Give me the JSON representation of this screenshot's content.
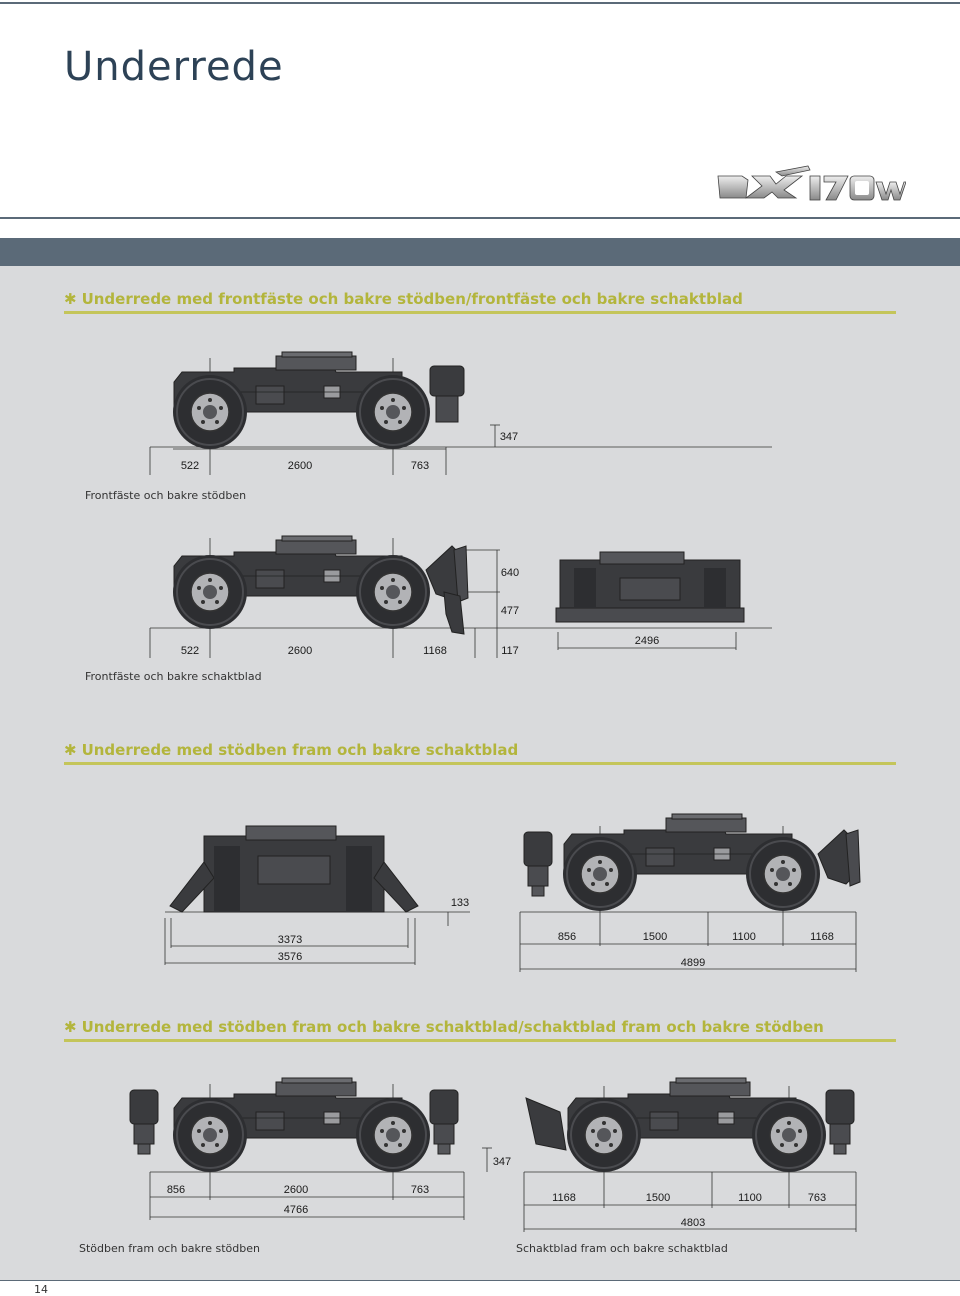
{
  "page": {
    "title": "Underrede",
    "logo_text": "DX170W",
    "page_number": "14"
  },
  "sections": [
    {
      "title": "Underrede med frontfäste och bakre stödben/frontfäste och bakre schaktblad"
    },
    {
      "title": "Underrede med stödben fram och bakre schaktblad"
    },
    {
      "title": "Underrede med stödben fram och bakre schaktblad/schaktblad fram och bakre stödben"
    }
  ],
  "captions": {
    "d1": "Frontfäste och bakre stödben",
    "d2": "Frontfäste och bakre schaktblad",
    "d5": "Stödben fram och bakre stödben",
    "d6": "Schaktblad fram och bakre schaktblad"
  },
  "dims": {
    "d1": {
      "h1": "522",
      "h2": "2600",
      "h3": "763",
      "v1": "347"
    },
    "d2": {
      "h1": "522",
      "h2": "2600",
      "h3": "1168",
      "h4": "117",
      "v1": "640",
      "v2": "477"
    },
    "d2f": {
      "w": "2496"
    },
    "d3": {
      "v1": "133",
      "w1": "3373",
      "w2": "3576"
    },
    "d4": {
      "h1": "856",
      "h2": "1500",
      "h3": "1100",
      "h4": "1168",
      "total": "4899"
    },
    "d5": {
      "h1": "856",
      "h2": "2600",
      "h3": "763",
      "total": "4766",
      "v1": "347"
    },
    "d6": {
      "h1": "1168",
      "h2": "1500",
      "h3": "1100",
      "h4": "763",
      "total": "4803"
    }
  },
  "colors": {
    "navy": "#2d4256",
    "band": "#5b6a78",
    "panel": "#d9dadc",
    "accent": "#c4c55a",
    "machine": "#3a3b3e"
  }
}
